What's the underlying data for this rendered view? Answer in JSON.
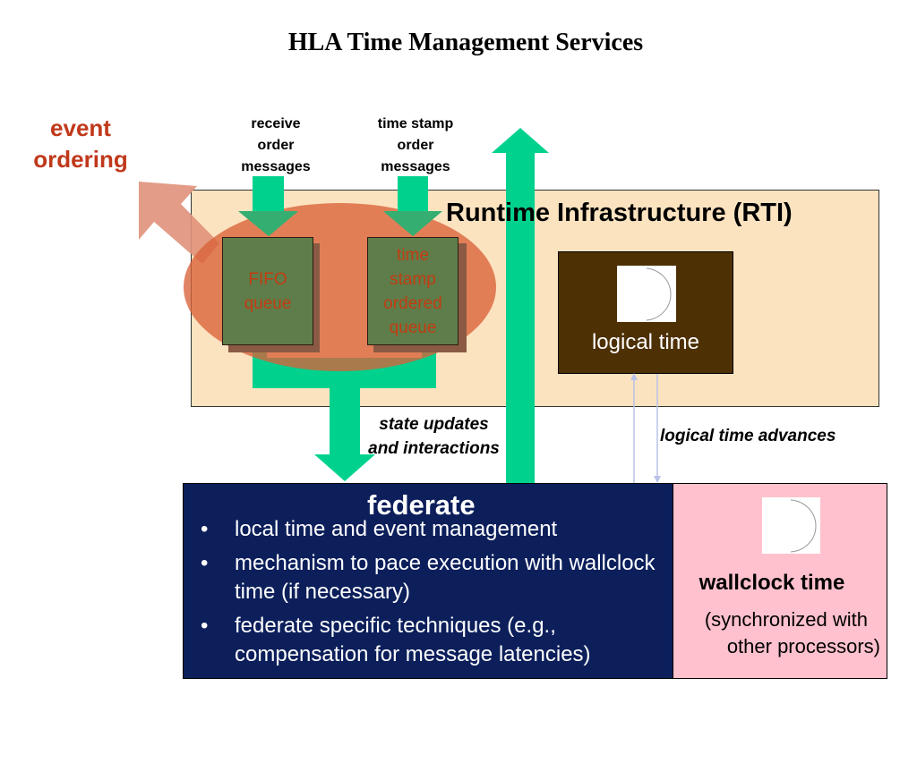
{
  "title": "HLA Time Management Services",
  "event_ordering": {
    "line1": "event",
    "line2": "ordering"
  },
  "receive_order": {
    "line1": "receive",
    "line2": "order",
    "line3": "messages"
  },
  "timestamp_order": {
    "line1": "time stamp",
    "line2": "order",
    "line3": "messages"
  },
  "rti": {
    "label": "Runtime Infrastructure (RTI)"
  },
  "fifo_queue": {
    "line1": "FIFO",
    "line2": "queue"
  },
  "ts_queue": {
    "line1": "time",
    "line2": "stamp",
    "line3": "ordered",
    "line4": "queue"
  },
  "logical_time": {
    "label": "logical time"
  },
  "state_updates": {
    "line1": "state updates",
    "line2": "and interactions"
  },
  "logical_advances": {
    "label": "logical time advances"
  },
  "federate": {
    "title": "federate",
    "bullet_char": "•",
    "items": [
      {
        "text": "local time  and event management"
      },
      {
        "text": "mechanism to pace execution with wallclock time (if necessary)"
      },
      {
        "text": "federate specific techniques (e.g., compensation for message latencies)"
      }
    ]
  },
  "wallclock": {
    "title": "wallclock time",
    "sub_line1": "(synchronized with",
    "sub_line2": "other processors)"
  },
  "colors": {
    "green_arrow": "#00d28e",
    "ellipse": "#d86238",
    "event_arrow": "#e0917a",
    "rti_fill": "#fce3c0",
    "federate_fill": "#0c1f5b",
    "wallclock_fill": "#ffc1cd",
    "queue_fill": "#5e7d4a",
    "logical_fill": "#4d3004"
  }
}
